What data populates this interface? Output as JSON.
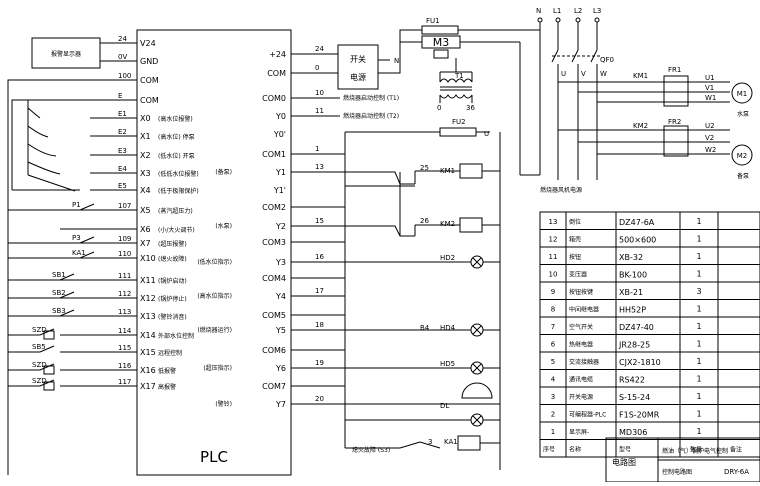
{
  "left_device": "报警显示器",
  "plc_left_pins": [
    {
      "term": "24",
      "pin": "V24",
      "desc": ""
    },
    {
      "term": "0V",
      "pin": "GND",
      "desc": ""
    },
    {
      "term": "100",
      "pin": "COM",
      "desc": ""
    },
    {
      "term": "E",
      "pin": "COM",
      "desc": ""
    },
    {
      "term": "E1",
      "pin": "X0",
      "desc": "(高水位报警)"
    },
    {
      "term": "E2",
      "pin": "X1",
      "desc": "(高水位) 停泵"
    },
    {
      "term": "E3",
      "pin": "X2",
      "desc": "(低水位) 开泵"
    },
    {
      "term": "E4",
      "pin": "X3",
      "desc": "(低低水位报警)"
    },
    {
      "term": "E5",
      "pin": "X4",
      "desc": "(低于极限保护)"
    },
    {
      "term": "107",
      "pin": "X5",
      "desc": "(蒸汽超压力)"
    },
    {
      "term": "",
      "pin": "X6",
      "desc": "(小/大火调节)"
    },
    {
      "term": "109",
      "pin": "X7",
      "desc": "(超压报警)"
    },
    {
      "term": "110",
      "pin": "X10",
      "desc": "(熄火故障)"
    },
    {
      "term": "111",
      "pin": "X11",
      "desc": "(锅炉启动)"
    },
    {
      "term": "112",
      "pin": "X12",
      "desc": "(锅炉停止)"
    },
    {
      "term": "113",
      "pin": "X13",
      "desc": "(警铃消音)"
    },
    {
      "term": "114",
      "pin": "X14",
      "desc": "外部水位控制"
    },
    {
      "term": "115",
      "pin": "X15",
      "desc": "远程控制"
    },
    {
      "term": "116",
      "pin": "X16",
      "desc": "低报警"
    },
    {
      "term": "117",
      "pin": "X17",
      "desc": "高报警"
    }
  ],
  "input_devices": [
    "P1",
    "P3",
    "KA1",
    "SB1",
    "SB2",
    "SB3",
    "SZD",
    "SB5",
    "SZD",
    "SZD"
  ],
  "plc_right_pins": [
    {
      "pin": "+24",
      "term": "24",
      "desc": ""
    },
    {
      "pin": "COM",
      "term": "0",
      "desc": ""
    },
    {
      "pin": "COM0",
      "term": "10",
      "desc": "燃烧器启动控制 (T1)"
    },
    {
      "pin": "Y0",
      "term": "11",
      "desc": "燃烧器启动控制 (T2)"
    },
    {
      "pin": "Y0'",
      "term": "",
      "desc": ""
    },
    {
      "pin": "COM1",
      "term": "1",
      "desc": ""
    },
    {
      "pin": "Y1",
      "term": "13",
      "desc": "(备泵)"
    },
    {
      "pin": "Y1'",
      "term": "",
      "desc": ""
    },
    {
      "pin": "COM2",
      "term": "",
      "desc": ""
    },
    {
      "pin": "Y2",
      "term": "15",
      "desc": "(水泵)"
    },
    {
      "pin": "COM3",
      "term": "",
      "desc": ""
    },
    {
      "pin": "Y3",
      "term": "16",
      "desc": "(低水位指示)"
    },
    {
      "pin": "COM4",
      "term": "",
      "desc": ""
    },
    {
      "pin": "Y4",
      "term": "17",
      "desc": "(高水位指示)"
    },
    {
      "pin": "COM5",
      "term": "",
      "desc": ""
    },
    {
      "pin": "Y5",
      "term": "18",
      "desc": "(燃烧器运行)"
    },
    {
      "pin": "COM6",
      "term": "",
      "desc": ""
    },
    {
      "pin": "Y6",
      "term": "19",
      "desc": "(超压指示)"
    },
    {
      "pin": "COM7",
      "term": "",
      "desc": ""
    },
    {
      "pin": "Y7",
      "term": "20",
      "desc": "(警铃)"
    }
  ],
  "plc_label": "PLC",
  "power_supply": {
    "line1": "开关",
    "line2": "电源",
    "n_label": "N"
  },
  "components": {
    "fu1": "FU1",
    "fu2": "FU2",
    "m3": "M3",
    "t1": "T1",
    "t1_taps": [
      "0",
      "36"
    ],
    "km1": "KM1",
    "km2": "KM2",
    "term25": "25",
    "term26": "26",
    "hd2": "HD2",
    "hd4": "HD4",
    "hd5": "HD5",
    "b4": "B4",
    "dl": "DL",
    "ka1": "KA1",
    "flame_fault": "熄火故障 (S3)",
    "term3": "3",
    "u": "U"
  },
  "power_circuit": {
    "mains": [
      "N",
      "L1",
      "L2",
      "L3"
    ],
    "qf0": "QF0",
    "uvw": [
      "U",
      "V",
      "W"
    ],
    "km1": "KM1",
    "km2": "KM2",
    "fr1": "FR1",
    "fr2": "FR2",
    "m1": "M1",
    "m2": "M2",
    "m1_outs": [
      "U1",
      "V1",
      "W1"
    ],
    "m2_outs": [
      "U2",
      "V2",
      "W2"
    ],
    "m1_label": "水泵",
    "m2_label": "备泵",
    "burner_fan": "燃烧器风机电源"
  },
  "bom": [
    {
      "no": "13",
      "name": "倒位",
      "model": "DZ47-6A",
      "qty": "1"
    },
    {
      "no": "12",
      "name": "箱壳",
      "model": "500×600",
      "qty": "1"
    },
    {
      "no": "11",
      "name": "按钮",
      "model": "XB-32",
      "qty": "1"
    },
    {
      "no": "10",
      "name": "变压器",
      "model": "BK-100",
      "qty": "1"
    },
    {
      "no": "9",
      "name": "按钮按键",
      "model": "XB-21",
      "qty": "3"
    },
    {
      "no": "8",
      "name": "中间继电器",
      "model": "HH52P",
      "qty": "1"
    },
    {
      "no": "7",
      "name": "空气开关",
      "model": "DZ47-40",
      "qty": "1"
    },
    {
      "no": "6",
      "name": "热继电器",
      "model": "JR28-25",
      "qty": "1"
    },
    {
      "no": "5",
      "name": "交流接触器",
      "model": "CJX2-1810",
      "qty": "1"
    },
    {
      "no": "4",
      "name": "通讯电缆",
      "model": "RS422",
      "qty": "1"
    },
    {
      "no": "3",
      "name": "开关电源",
      "model": "S-15-24",
      "qty": "1"
    },
    {
      "no": "2",
      "name": "可编程器-PLC",
      "model": "F1S-20MR",
      "qty": "1"
    },
    {
      "no": "1",
      "name": "显示屏-",
      "model": "MD306",
      "qty": "1"
    }
  ],
  "bom_header": {
    "no": "序号",
    "name": "名称",
    "model": "型号",
    "qty": "数量",
    "note": "备注"
  },
  "title_block": {
    "label": "电路图",
    "title": "燃油（气）锅炉电气控制",
    "subtitle": "控制电路图",
    "code": "DRY-6A"
  }
}
